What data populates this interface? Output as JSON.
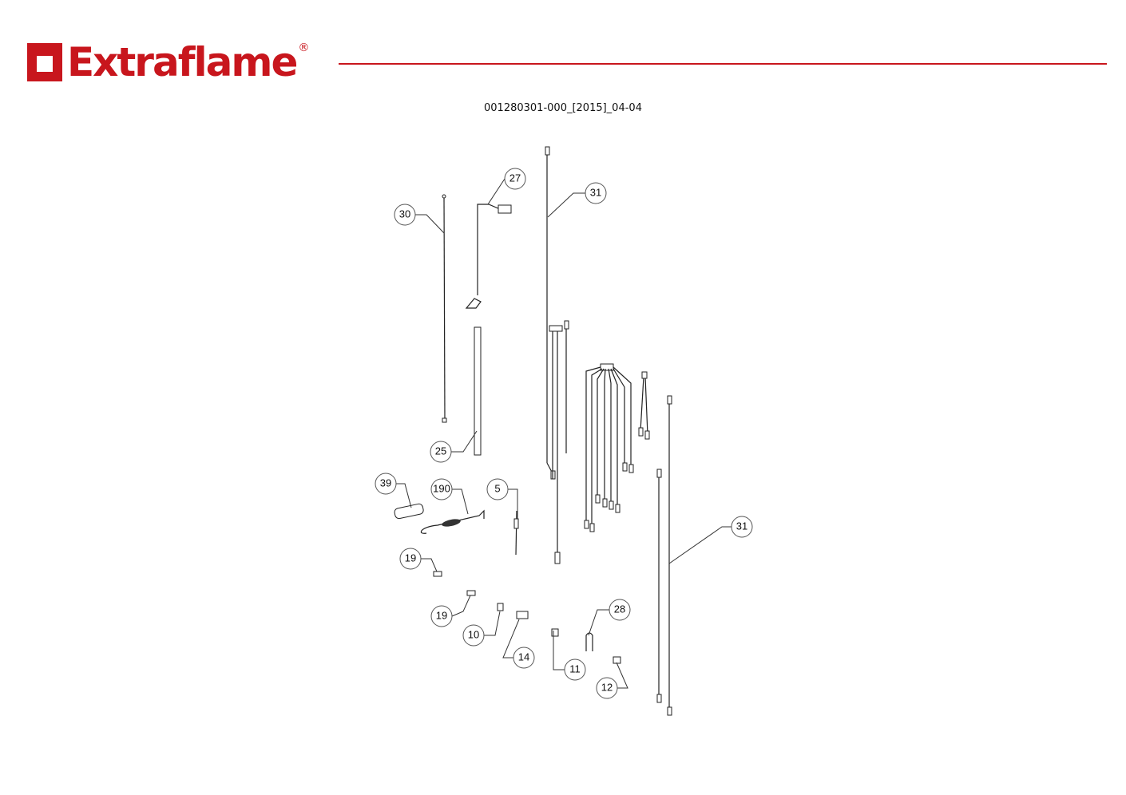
{
  "header": {
    "brand": "Extraflame",
    "registered_mark": "®",
    "brand_color": "#c8161d",
    "document_code": "001280301-000_[2015]_04-04"
  },
  "callouts": [
    "27",
    "31",
    "30",
    "25",
    "39",
    "190",
    "5",
    "19",
    "19",
    "10",
    "14",
    "11",
    "28",
    "12",
    "31"
  ]
}
